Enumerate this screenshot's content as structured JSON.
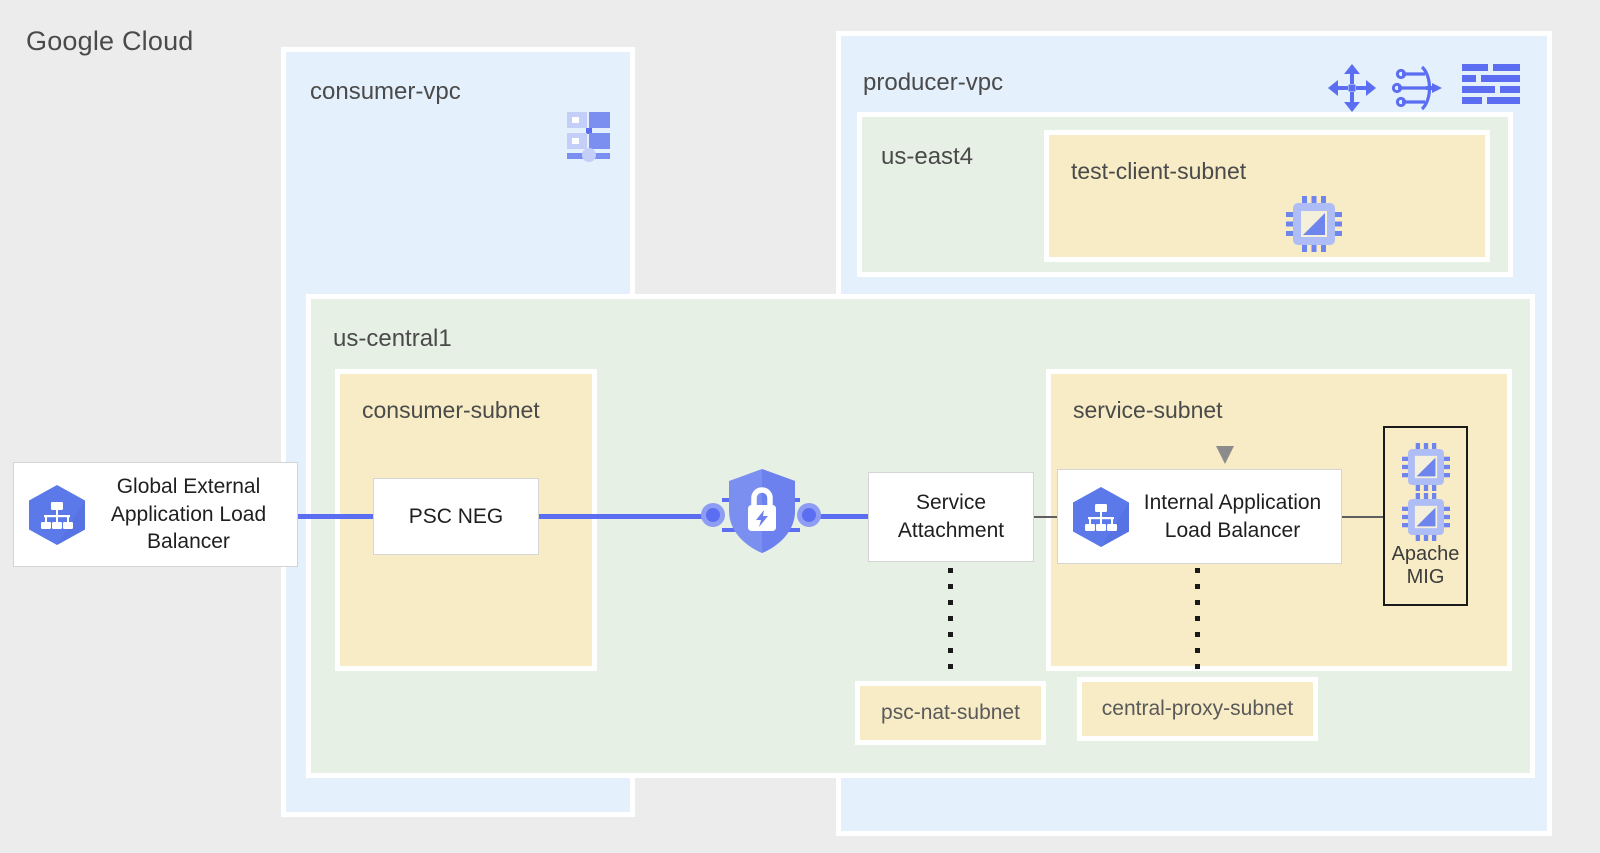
{
  "diagram": {
    "title": "Google Cloud",
    "type": "cloud-architecture",
    "colors": {
      "background": "#ececed",
      "vpc_fill": "#e4f0fb",
      "region_fill": "#e7f0e5",
      "subnet_fill": "#f7ecc5",
      "node_fill": "#ffffff",
      "accent_blue": "#5b6ef2",
      "icon_blue": "#5b79e8",
      "icon_blue_light": "#aebdf5",
      "connector_gray": "#5f5f5f",
      "text_dark": "#1f1f1f",
      "text_muted": "#4a4a4a"
    },
    "vpcs": [
      {
        "id": "consumer-vpc",
        "label": "consumer-vpc",
        "icon": "server-rack-icon"
      },
      {
        "id": "producer-vpc",
        "label": "producer-vpc",
        "icons": [
          "traffic-director-icon",
          "service-directory-icon",
          "logs-icon"
        ]
      }
    ],
    "regions": [
      {
        "id": "us-central1",
        "label": "us-central1"
      },
      {
        "id": "us-east4",
        "label": "us-east4"
      }
    ],
    "subnets": [
      {
        "id": "consumer-subnet",
        "label": "consumer-subnet",
        "region": "us-central1",
        "vpc": "consumer-vpc"
      },
      {
        "id": "service-subnet",
        "label": "service-subnet",
        "region": "us-central1",
        "vpc": "producer-vpc"
      },
      {
        "id": "test-client-subnet",
        "label": "test-client-subnet",
        "region": "us-east4",
        "vpc": "producer-vpc"
      },
      {
        "id": "psc-nat-subnet",
        "label": "psc-nat-subnet",
        "region": "us-central1",
        "vpc": "producer-vpc"
      },
      {
        "id": "central-proxy-subnet",
        "label": "central-proxy-subnet",
        "region": "us-central1",
        "vpc": "producer-vpc"
      }
    ],
    "nodes": [
      {
        "id": "global-external-alb",
        "label": "Global External Application Load Balancer",
        "lines": [
          "Global External",
          "Application Load",
          "Balancer"
        ],
        "icon": "load-balancer-hexagon-icon"
      },
      {
        "id": "psc-neg",
        "label": "PSC NEG",
        "lines": [
          "PSC NEG"
        ],
        "icon": "none"
      },
      {
        "id": "private-service-connect",
        "label": "Private Service Connect",
        "icon": "psc-shield-lock-icon"
      },
      {
        "id": "service-attachment",
        "label": "Service Attachment",
        "lines": [
          "Service",
          "Attachment"
        ],
        "icon": "none"
      },
      {
        "id": "internal-alb",
        "label": "Internal Application Load Balancer",
        "lines": [
          "Internal Application",
          "Load Balancer"
        ],
        "icon": "load-balancer-hexagon-icon"
      },
      {
        "id": "apache-mig",
        "label": "Apache MIG",
        "lines": [
          "Apache",
          "MIG"
        ],
        "icon": "vm-chip-icon",
        "instance_count": 2
      },
      {
        "id": "test-client-vm",
        "label": "test client VM",
        "icon": "vm-chip-icon"
      }
    ],
    "connections": [
      {
        "from": "global-external-alb",
        "to": "psc-neg",
        "style": "solid-blue"
      },
      {
        "from": "psc-neg",
        "to": "private-service-connect",
        "style": "solid-blue"
      },
      {
        "from": "private-service-connect",
        "to": "service-attachment",
        "style": "solid-blue"
      },
      {
        "from": "service-attachment",
        "to": "internal-alb",
        "style": "solid-gray"
      },
      {
        "from": "internal-alb",
        "to": "apache-mig",
        "style": "solid-gray"
      },
      {
        "from": "test-client-vm",
        "to": "internal-alb",
        "style": "arrow-gray"
      },
      {
        "from": "service-attachment",
        "to": "psc-nat-subnet",
        "style": "dotted"
      },
      {
        "from": "internal-alb",
        "to": "central-proxy-subnet",
        "style": "dotted"
      }
    ]
  }
}
